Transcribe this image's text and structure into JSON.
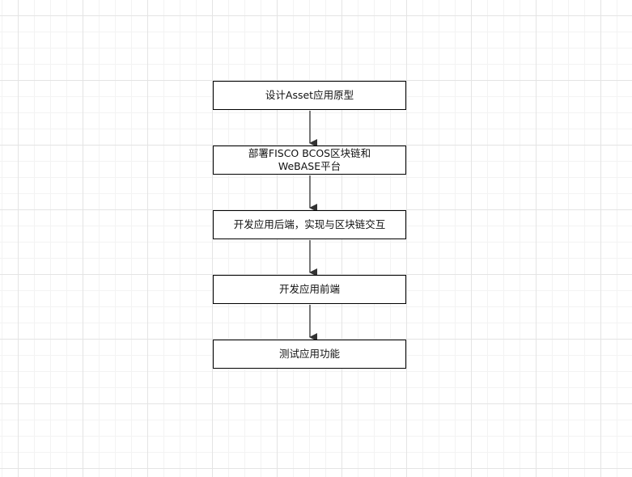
{
  "diagram": {
    "type": "flowchart",
    "direction": "top-to-bottom",
    "steps": [
      {
        "id": "design",
        "label": "设计Asset应用原型"
      },
      {
        "id": "deploy",
        "label": "部署FISCO BCOS区块链和\nWeBASE平台"
      },
      {
        "id": "backend",
        "label": "开发应用后端，实现与区块链交互"
      },
      {
        "id": "frontend",
        "label": "开发应用前端"
      },
      {
        "id": "test",
        "label": "测试应用功能"
      }
    ],
    "edges": [
      {
        "from": "design",
        "to": "deploy"
      },
      {
        "from": "deploy",
        "to": "backend"
      },
      {
        "from": "backend",
        "to": "frontend"
      },
      {
        "from": "frontend",
        "to": "test"
      }
    ],
    "colors": {
      "border": "#000000",
      "arrow": "#333333",
      "text": "#111111",
      "grid": "#e4e4e4"
    }
  }
}
